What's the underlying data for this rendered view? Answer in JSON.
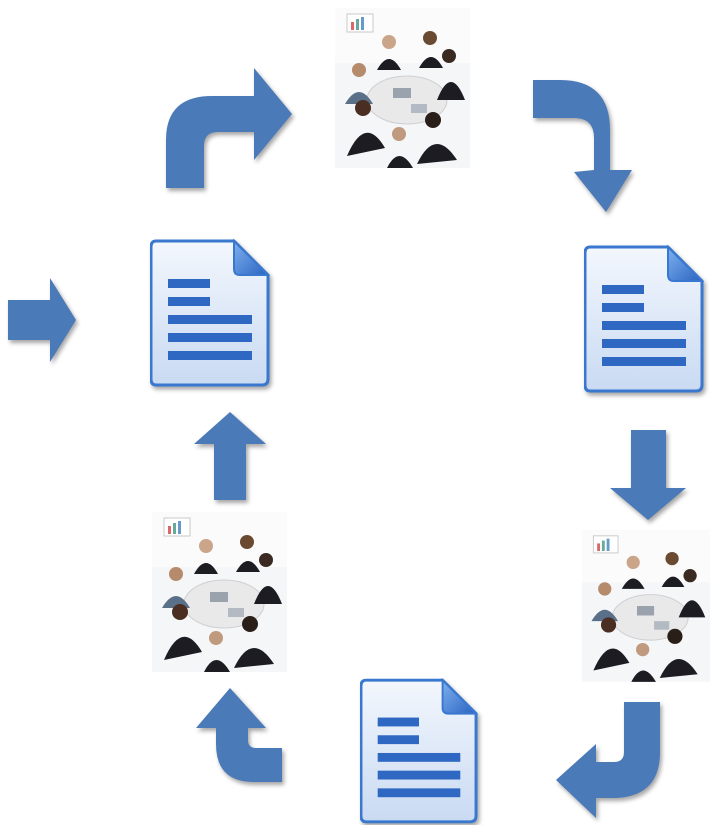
{
  "diagram": {
    "nodes": [
      {
        "id": "doc-left",
        "kind": "document",
        "icon": "document-icon"
      },
      {
        "id": "meeting-top",
        "kind": "meeting",
        "icon": "meeting-photo"
      },
      {
        "id": "doc-right",
        "kind": "document",
        "icon": "document-icon"
      },
      {
        "id": "meeting-right",
        "kind": "meeting",
        "icon": "meeting-photo"
      },
      {
        "id": "doc-bottom",
        "kind": "document",
        "icon": "document-icon"
      },
      {
        "id": "meeting-left",
        "kind": "meeting",
        "icon": "meeting-photo"
      }
    ],
    "flow": [
      [
        "input",
        "doc-left"
      ],
      [
        "doc-left",
        "meeting-top"
      ],
      [
        "meeting-top",
        "doc-right"
      ],
      [
        "doc-right",
        "meeting-right"
      ],
      [
        "meeting-right",
        "doc-bottom"
      ],
      [
        "doc-bottom",
        "meeting-left"
      ],
      [
        "meeting-left",
        "doc-left"
      ]
    ]
  },
  "colors": {
    "arrow": "#4a7ab8",
    "doc_fill": "#e3ebf8",
    "doc_border": "#3a78cf",
    "doc_lines": "#2f68c2",
    "photo_bg": "#f4f6f8",
    "suit": "#1c1c22",
    "table": "#e8e8e8"
  }
}
